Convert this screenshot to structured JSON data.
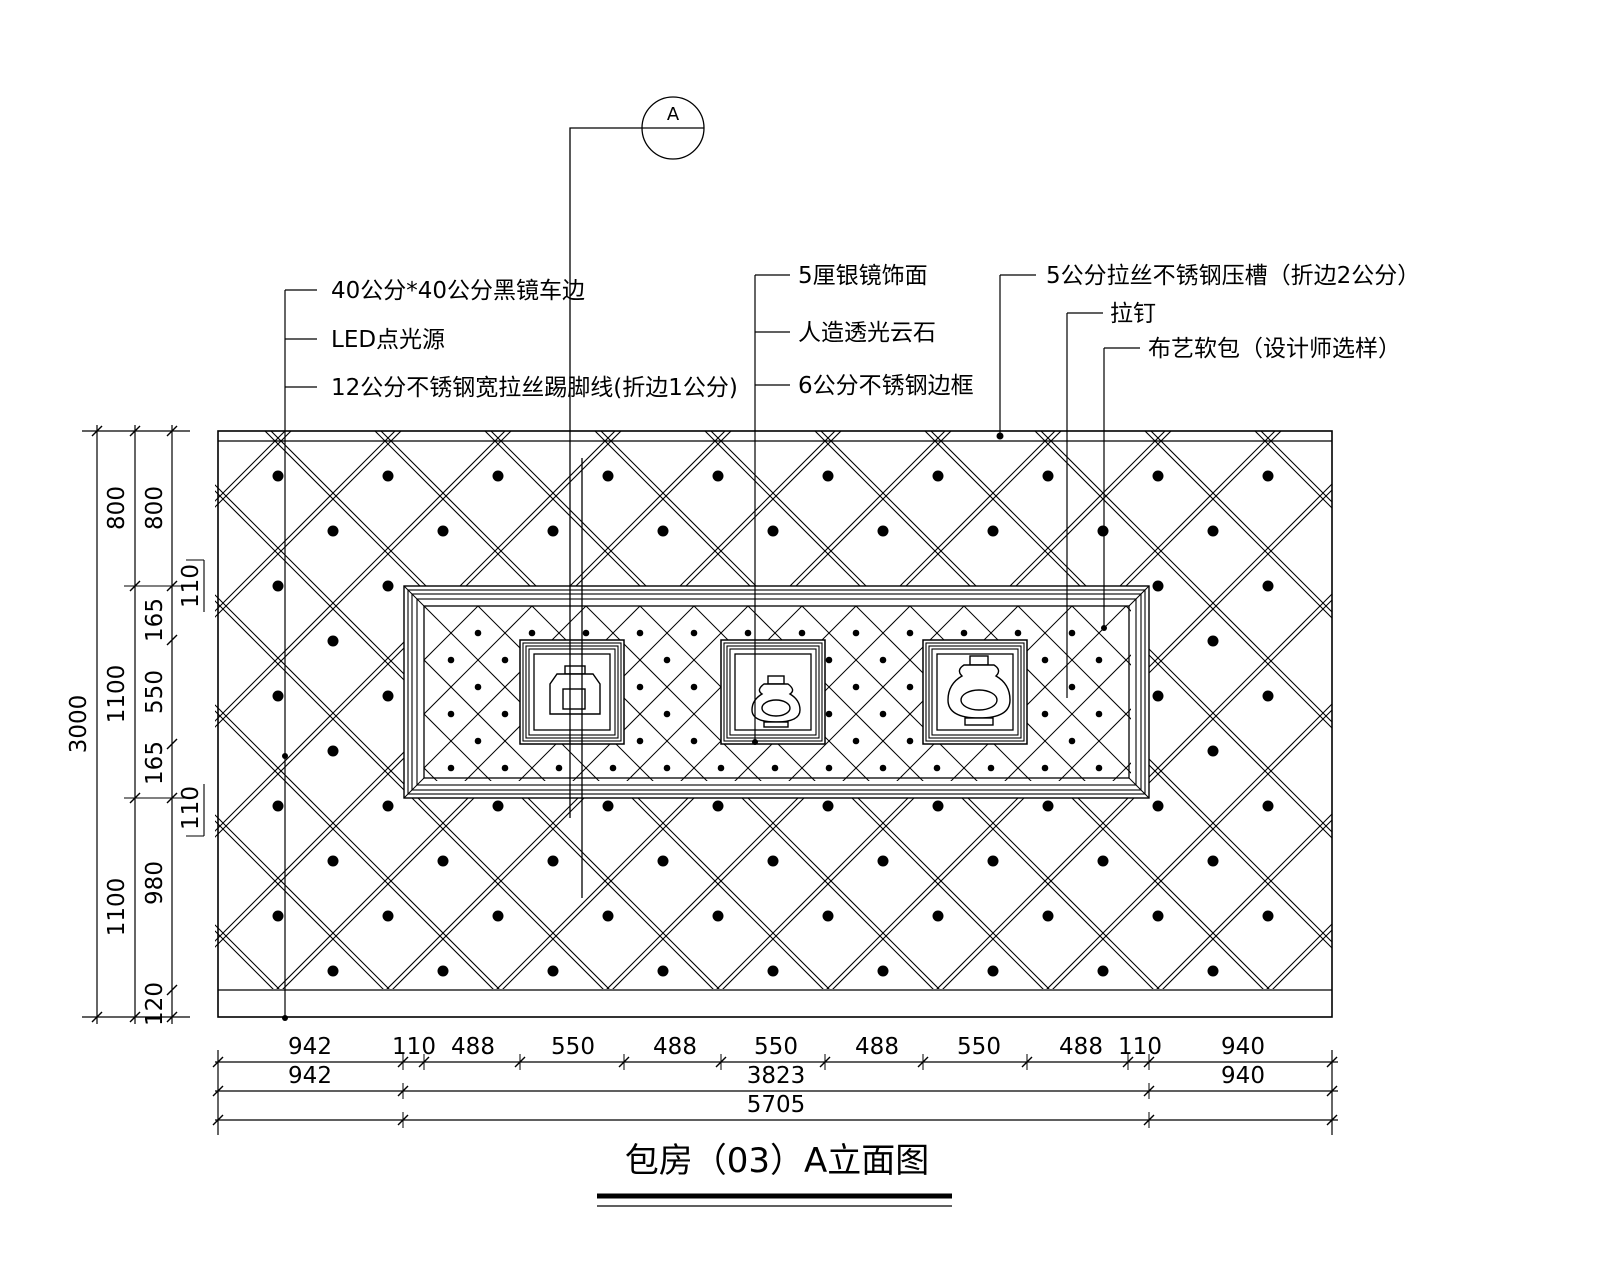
{
  "drawing": {
    "title": "包房（03）A立面图",
    "section_tag": "A",
    "annotations_left": [
      "40公分*40公分黑镜车边",
      "LED点光源",
      "12公分不锈钢宽拉丝踢脚线(折边1公分)"
    ],
    "annotations_middle": [
      "5厘银镜饰面",
      "人造透光云石",
      "6公分不锈钢边框"
    ],
    "annotations_right": [
      "5公分拉丝不锈钢压槽（折边2公分）",
      "拉钉",
      "布艺软包（设计师选样）"
    ]
  },
  "dimensions": {
    "horizontal_row1": [
      "942",
      "110",
      "488",
      "550",
      "488",
      "550",
      "488",
      "550",
      "488",
      "110",
      "940"
    ],
    "horizontal_row2": [
      "942",
      "3823",
      "940"
    ],
    "horizontal_total": "5705",
    "vertical_outer": "3000",
    "vertical_mid": [
      "800",
      "1100",
      "1100"
    ],
    "vertical_inner": [
      "800",
      "165",
      "550",
      "165",
      "980",
      "120"
    ],
    "vertical_inset": [
      "110",
      "110"
    ]
  }
}
